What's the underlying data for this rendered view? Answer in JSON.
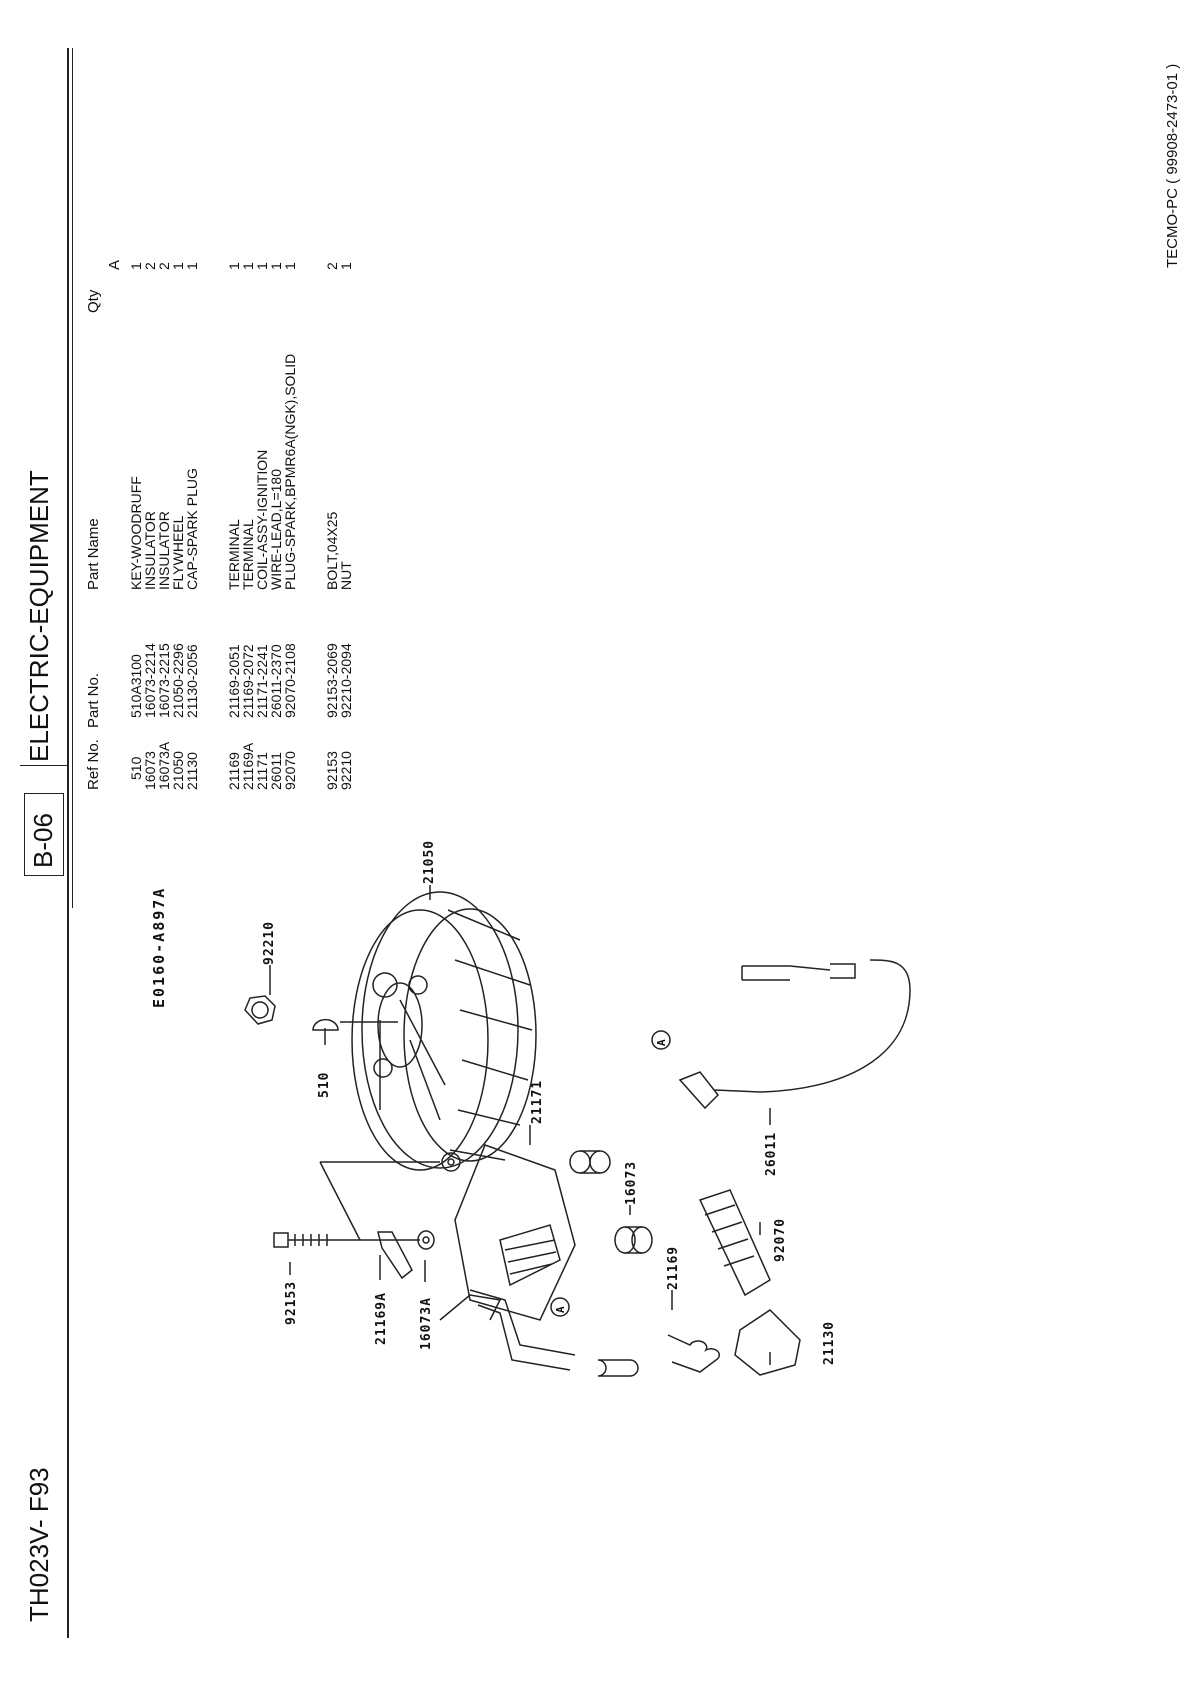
{
  "header": {
    "model": "TH023V- F93",
    "section_code": "B-06",
    "section_title": "ELECTRIC-EQUIPMENT",
    "footer": "TECMO-PC ( 99908-2473-01 )"
  },
  "table": {
    "headers": {
      "ref_no": "Ref No.",
      "part_no": "Part No.",
      "part_name": "Part Name",
      "qty": "Qty",
      "qty_col": "A"
    },
    "rows": [
      {
        "ref": "510",
        "part_no": "510A3100",
        "name": "KEY-WOODRUFF",
        "qty": "1"
      },
      {
        "ref": "16073",
        "part_no": "16073-2214",
        "name": "INSULATOR",
        "qty": "2"
      },
      {
        "ref": "16073A",
        "part_no": "16073-2215",
        "name": "INSULATOR",
        "qty": "2"
      },
      {
        "ref": "21050",
        "part_no": "21050-2296",
        "name": "FLYWHEEL",
        "qty": "1"
      },
      {
        "ref": "21130",
        "part_no": "21130-2056",
        "name": "CAP-SPARK PLUG",
        "qty": "1"
      },
      {
        "ref": "21169",
        "part_no": "21169-2051",
        "name": "TERMINAL",
        "qty": "1"
      },
      {
        "ref": "21169A",
        "part_no": "21169-2072",
        "name": "TERMINAL",
        "qty": "1"
      },
      {
        "ref": "21171",
        "part_no": "21171-2241",
        "name": "COIL-ASSY-IGNITION",
        "qty": "1"
      },
      {
        "ref": "26011",
        "part_no": "26011-2370",
        "name": "WIRE-LEAD,L=180",
        "qty": "1"
      },
      {
        "ref": "92070",
        "part_no": "92070-2108",
        "name": "PLUG-SPARK,BPMR6A(NGK),SOLID",
        "qty": "1"
      },
      {
        "ref": "92153",
        "part_no": "92153-2069",
        "name": "BOLT,04X25",
        "qty": "2"
      },
      {
        "ref": "92210",
        "part_no": "92210-2094",
        "name": "NUT",
        "qty": "1"
      }
    ]
  },
  "diagram": {
    "code": "E0160-A897A",
    "callout_letter": "A",
    "labels": {
      "l21050": "21050",
      "l92210": "92210",
      "l510": "510",
      "l21171": "21171",
      "l16073": "16073",
      "l26011": "26011",
      "l92070": "92070",
      "l92153": "92153",
      "l21169A": "21169A",
      "l16073A": "16073A",
      "l21169": "21169",
      "l21130": "21130"
    }
  }
}
